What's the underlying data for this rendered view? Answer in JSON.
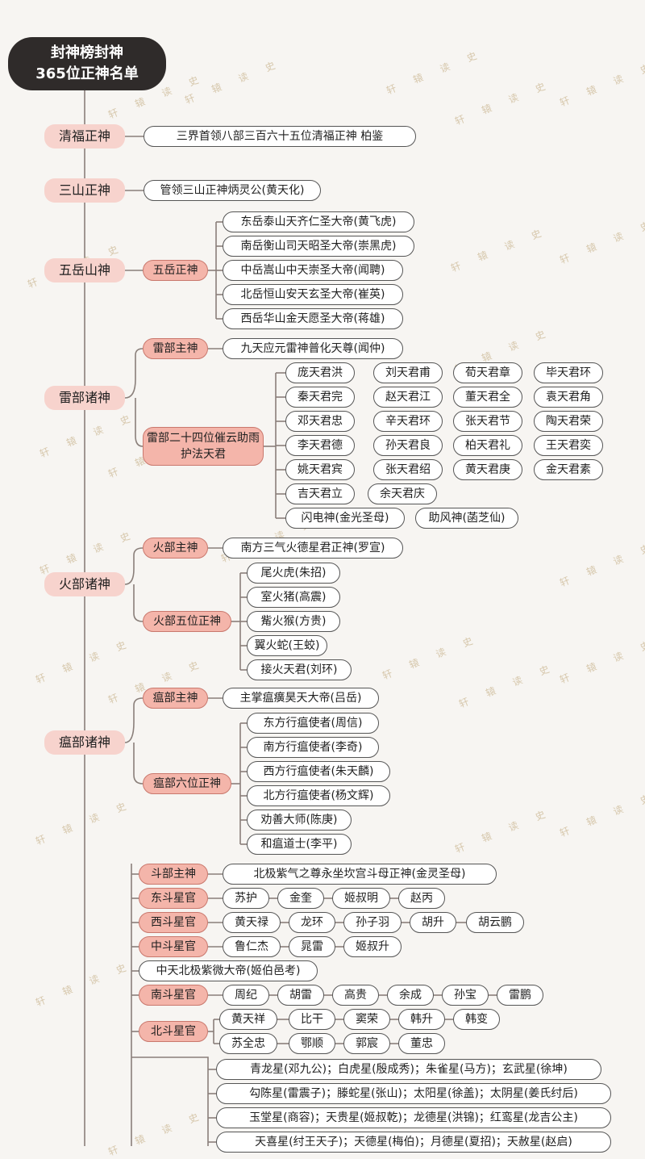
{
  "root": {
    "line1": "封神榜封神",
    "line2": "365位正神名单"
  },
  "watermark": "轩 辕 读 史",
  "categories": {
    "qingfu": "清福正神",
    "sanshan": "三山正神",
    "wuyue": "五岳山神",
    "leibu": "雷部诸神",
    "huobu": "火部诸神",
    "wenbu": "瘟部诸神"
  },
  "subs": {
    "wuyue_zhengshen": "五岳正神",
    "lei_zhushen": "雷部主神",
    "lei_24": "雷部二十四位催云助雨护法天君",
    "huo_zhushen": "火部主神",
    "huo_5": "火部五位正神",
    "wen_zhushen": "瘟部主神",
    "wen_6": "瘟部六位正神",
    "dou_zhushen": "斗部主神",
    "dongdou": "东斗星官",
    "xidou": "西斗星官",
    "zhongdou": "中斗星官",
    "nandou": "南斗星官",
    "beidou": "北斗星官"
  },
  "leaves": {
    "qingfu": "三界首领八部三百六十五位清福正神 柏鉴",
    "sanshan": "管领三山正神炳灵公(黄天化)",
    "wuyue": [
      "东岳泰山天齐仁圣大帝(黄飞虎)",
      "南岳衡山司天昭圣大帝(崇黑虎)",
      "中岳嵩山中天崇圣大帝(闻聘)",
      "北岳恒山安天玄圣大帝(崔英)",
      "西岳华山金天愿圣大帝(蒋雄)"
    ],
    "lei_zhushen": "九天应元雷神普化天尊(闻仲)",
    "lei_24": [
      [
        "庞天君洪",
        "刘天君甫",
        "荀天君章",
        "毕天君环"
      ],
      [
        "秦天君完",
        "赵天君江",
        "董天君全",
        "袁天君角"
      ],
      [
        "邓天君忠",
        "辛天君环",
        "张天君节",
        "陶天君荣"
      ],
      [
        "李天君德",
        "孙天君良",
        "柏天君礼",
        "王天君奕"
      ],
      [
        "姚天君宾",
        "张天君绍",
        "黄天君庚",
        "金天君素"
      ],
      [
        "吉天君立",
        "余天君庆"
      ],
      [
        "闪电神(金光圣母)",
        "助风神(菡芝仙)"
      ]
    ],
    "huo_zhushen": "南方三气火德星君正神(罗宣)",
    "huo_5": [
      "尾火虎(朱招)",
      "室火猪(高震)",
      "觜火猴(方贵)",
      "翼火蛇(王蛟)",
      "接火天君(刘环)"
    ],
    "wen_zhushen": "主掌瘟癀昊天大帝(吕岳)",
    "wen_6": [
      "东方行瘟使者(周信)",
      "南方行瘟使者(李奇)",
      "西方行瘟使者(朱天麟)",
      "北方行瘟使者(杨文辉)",
      "劝善大师(陈庚)",
      "和瘟道士(李平)"
    ],
    "dou_zhushen": "北极紫气之尊永坐坎宫斗母正神(金灵圣母)",
    "dongdou": [
      "苏护",
      "金奎",
      "姬叔明",
      "赵丙"
    ],
    "xidou": [
      "黄天禄",
      "龙环",
      "孙子羽",
      "胡升",
      "胡云鹏"
    ],
    "zhongdou": [
      "鲁仁杰",
      "晁雷",
      "姬叔升"
    ],
    "zhongtian": "中天北极紫微大帝(姬伯邑考)",
    "nandou": [
      "周纪",
      "胡雷",
      "高贵",
      "余成",
      "孙宝",
      "雷鹏"
    ],
    "beidou": [
      [
        "黄天祥",
        "比干",
        "窦荣",
        "韩升",
        "韩变"
      ],
      [
        "苏全忠",
        "鄂顺",
        "郭宸",
        "董忠"
      ]
    ],
    "stars": [
      "青龙星(邓九公)；白虎星(殷成秀)；朱雀星(马方)；玄武星(徐坤)",
      "勾陈星(雷震子)；滕蛇星(张山)；太阳星(徐盖)；太阴星(姜氏纣后)",
      "玉堂星(商容)；天贵星(姬叔乾)；龙德星(洪锦)；红鸾星(龙吉公主)",
      "天喜星(纣王天子)；天德星(梅伯)；月德星(夏招)；天赦星(赵启)"
    ]
  }
}
